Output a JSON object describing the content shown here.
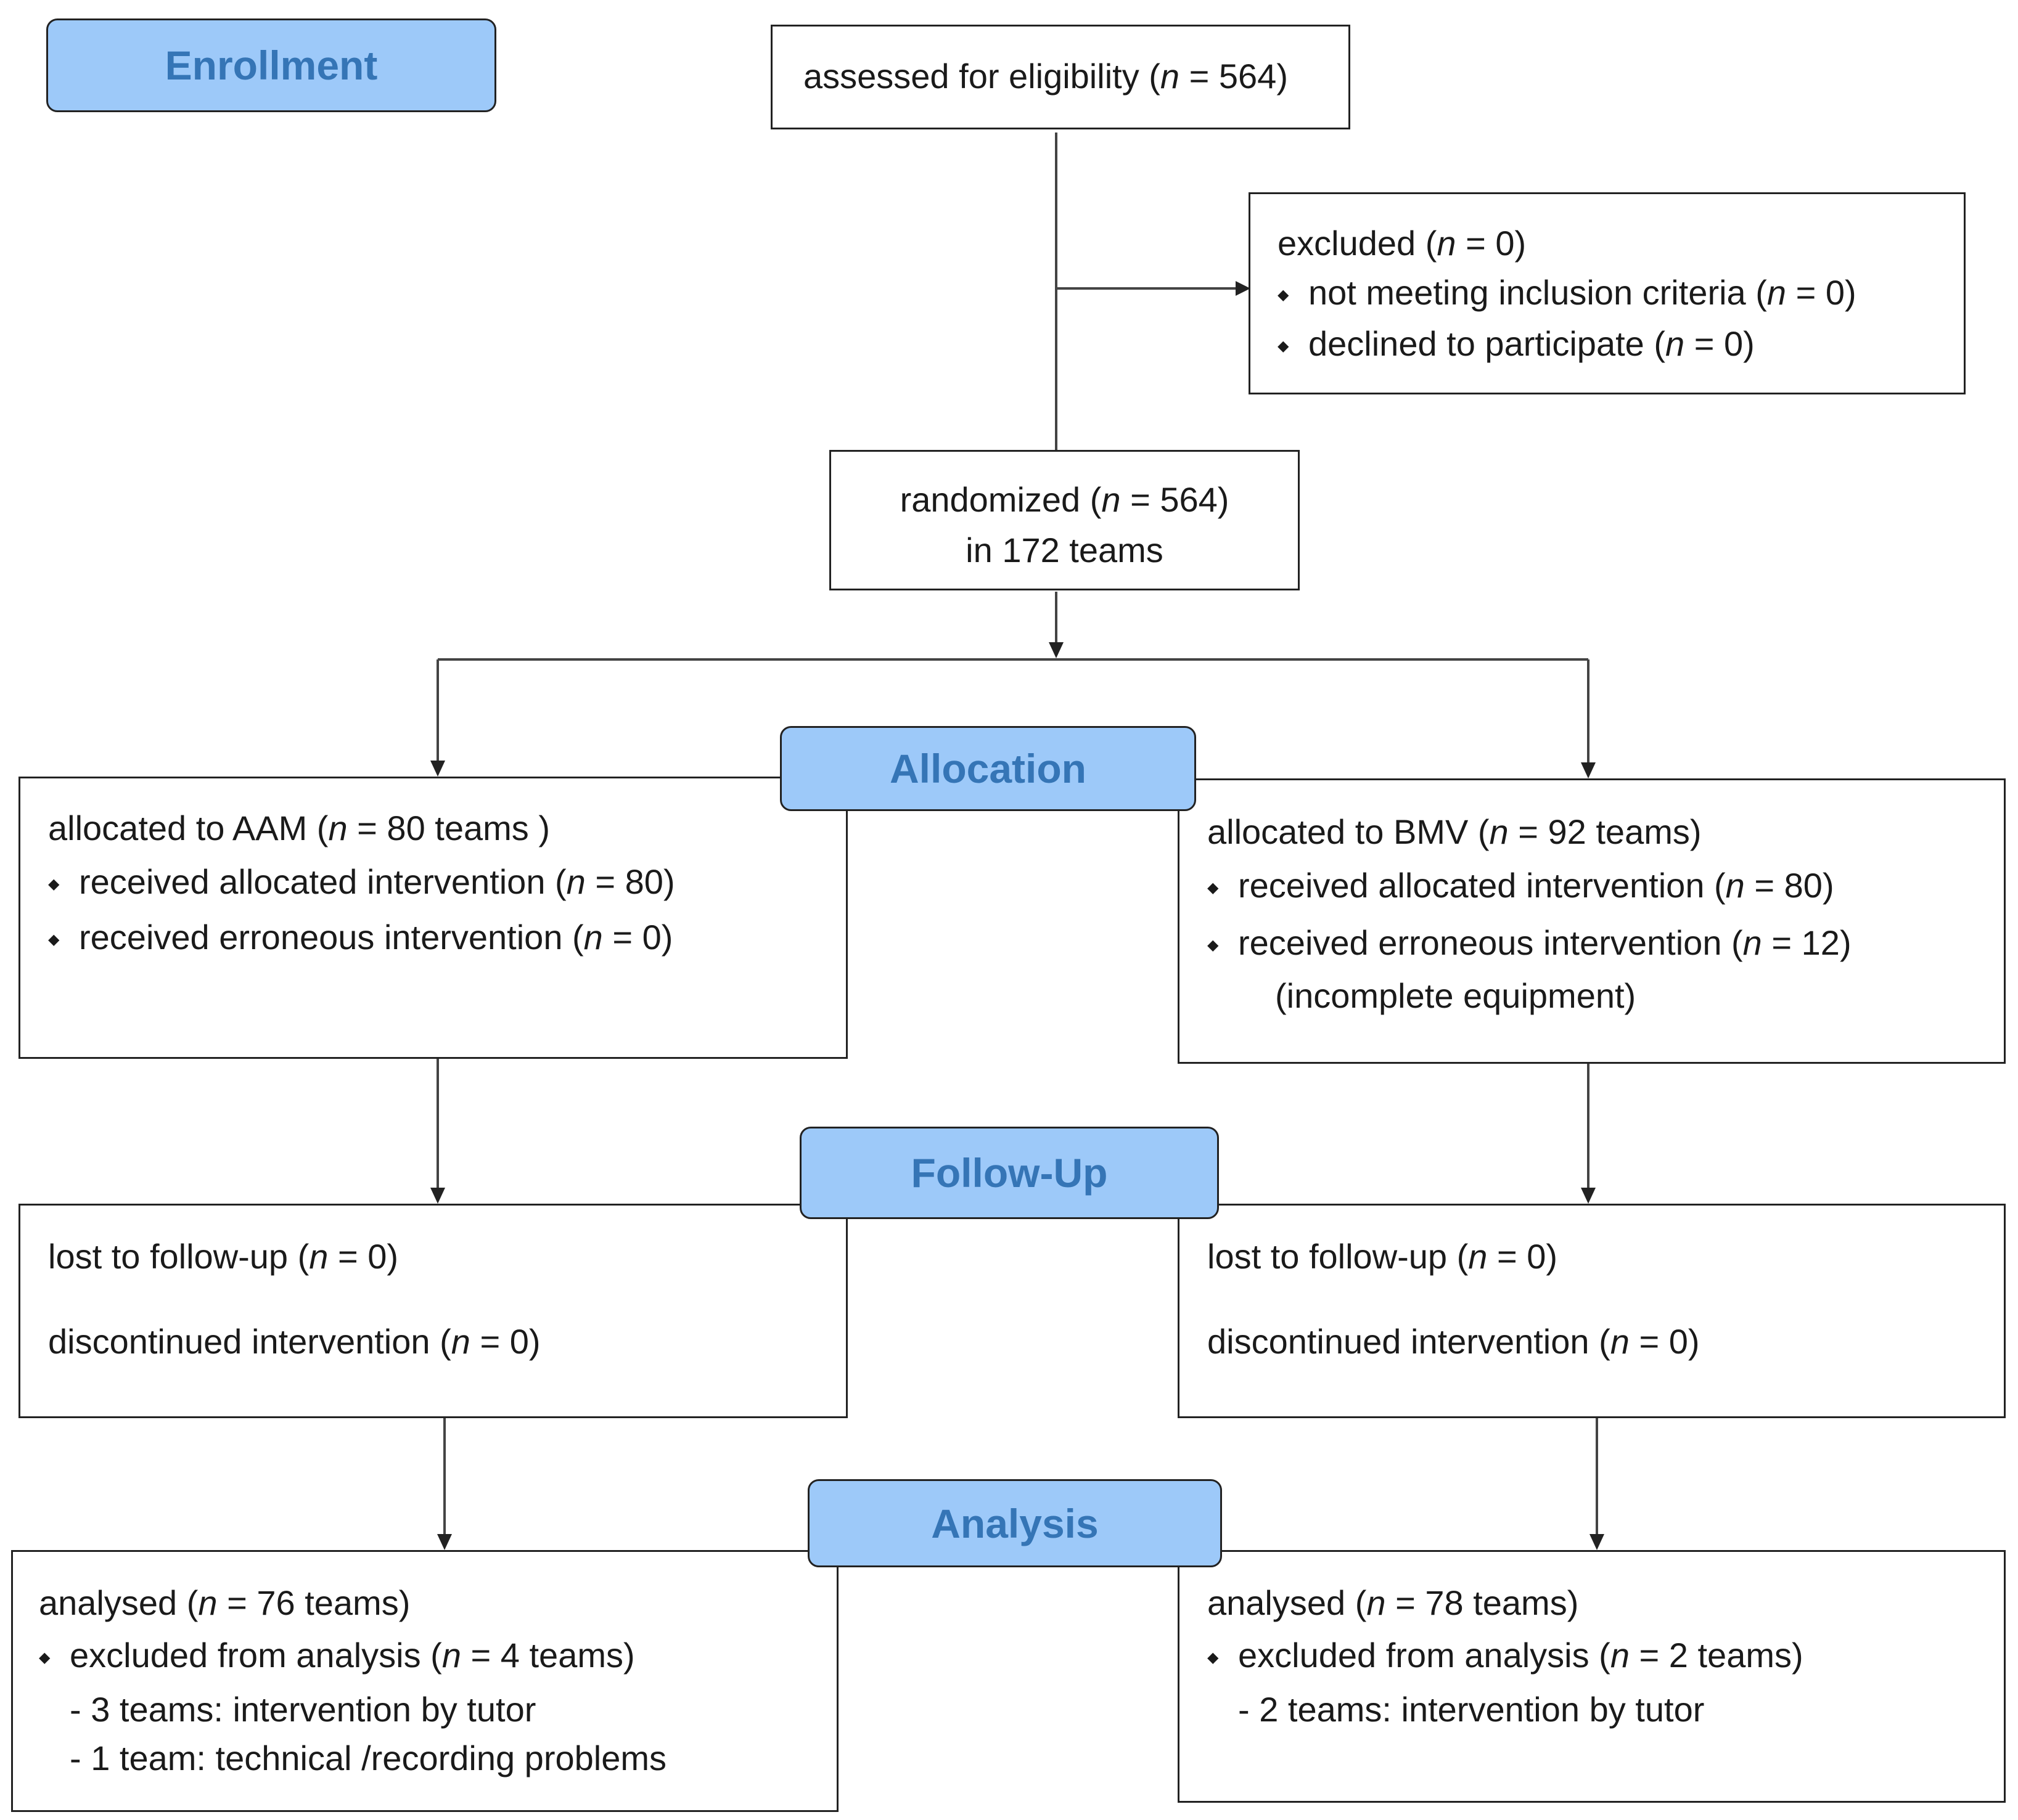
{
  "stages": {
    "enrollment": "Enrollment",
    "allocation": "Allocation",
    "follow_up": "Follow-Up",
    "analysis": "Analysis"
  },
  "assessed": {
    "pre": "assessed for eligibility (",
    "n": "n",
    "post": " = 564)"
  },
  "excluded": {
    "title": {
      "pre": "excluded  (",
      "n": "n",
      "post": " = 0)"
    },
    "items": [
      {
        "pre": "not meeting inclusion criteria (",
        "n": "n",
        "post": " = 0)"
      },
      {
        "pre": "declined to participate (",
        "n": "n",
        "post": " = 0)"
      }
    ]
  },
  "randomized": {
    "line1": {
      "pre": "randomized (",
      "n": "n",
      "post": " = 564)"
    },
    "line2": "in 172 teams"
  },
  "aam_allocation": {
    "title": {
      "pre": "allocated to AAM (",
      "n": "n",
      "post": " = 80 teams )"
    },
    "items": [
      {
        "pre": "received allocated intervention (",
        "n": "n",
        "post": " = 80)"
      },
      {
        "pre": "received erroneous intervention (",
        "n": "n",
        "post": " = 0)"
      }
    ]
  },
  "bmv_allocation": {
    "title": {
      "pre": "allocated to BMV (",
      "n": "n",
      "post": " = 92 teams)"
    },
    "items": [
      {
        "pre": "received allocated intervention (",
        "n": "n",
        "post": " = 80)"
      },
      {
        "pre": "received erroneous intervention (",
        "n": "n",
        "post": " = 12)"
      }
    ],
    "note": "(incomplete equipment)"
  },
  "aam_followup": {
    "lost": {
      "pre": "lost to follow-up (",
      "n": "n",
      "post": " = 0)"
    },
    "discontinued": {
      "pre": "discontinued intervention (",
      "n": "n",
      "post": " = 0)"
    }
  },
  "bmv_followup": {
    "lost": {
      "pre": "lost to follow-up (",
      "n": "n",
      "post": " = 0)"
    },
    "discontinued": {
      "pre": "discontinued intervention (",
      "n": "n",
      "post": " = 0)"
    }
  },
  "aam_analysis": {
    "title": {
      "pre": "analysed (",
      "n": "n",
      "post": " = 76 teams)"
    },
    "excluded": {
      "pre": "excluded from analysis (",
      "n": "n",
      "post": " = 4 teams)"
    },
    "reasons": [
      "- 3 teams: intervention by tutor",
      "- 1 team: technical /recording problems"
    ]
  },
  "bmv_analysis": {
    "title": {
      "pre": "analysed (",
      "n": "n",
      "post": " = 78 teams)"
    },
    "excluded": {
      "pre": "excluded from analysis (",
      "n": "n",
      "post": " = 2 teams)"
    },
    "reasons": [
      "- 2 teams: intervention by tutor"
    ]
  },
  "colors": {
    "stage_fill": "#9dc9f9",
    "stage_text": "#3575b6",
    "border": "#222222"
  }
}
